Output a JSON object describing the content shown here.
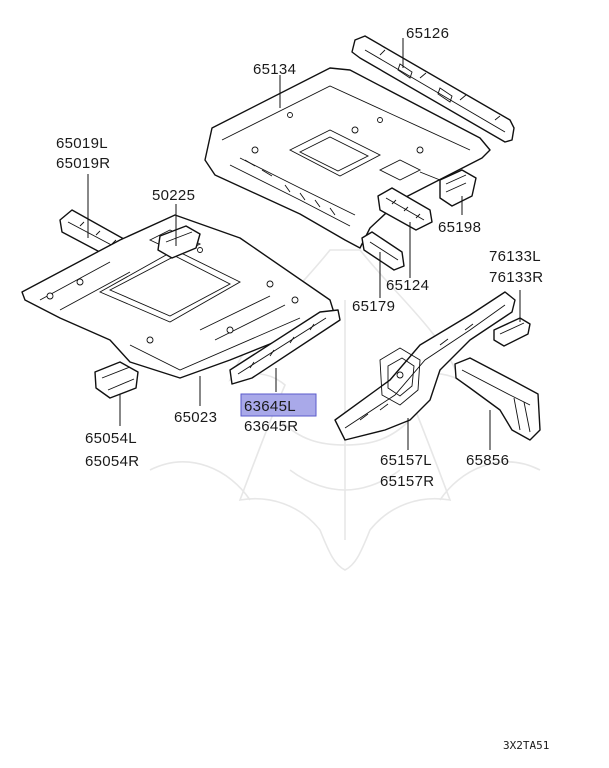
{
  "highlight_color": "#a9a9e9",
  "highlight_border": "#5a5acb",
  "labels": {
    "p65126": "65126",
    "p65134": "65134",
    "p65019l": "65019L",
    "p65019r": "65019R",
    "p50225": "50225",
    "p65198": "65198",
    "p76133l": "76133L",
    "p76133r": "76133R",
    "p65124": "65124",
    "p65179": "65179",
    "p63645l": "63645L",
    "p63645r": "63645R",
    "p65023": "65023",
    "p65054l": "65054L",
    "p65054r": "65054R",
    "p65157l": "65157L",
    "p65157r": "65157R",
    "p65856": "65856"
  },
  "diagram_code": "3X2TA51"
}
